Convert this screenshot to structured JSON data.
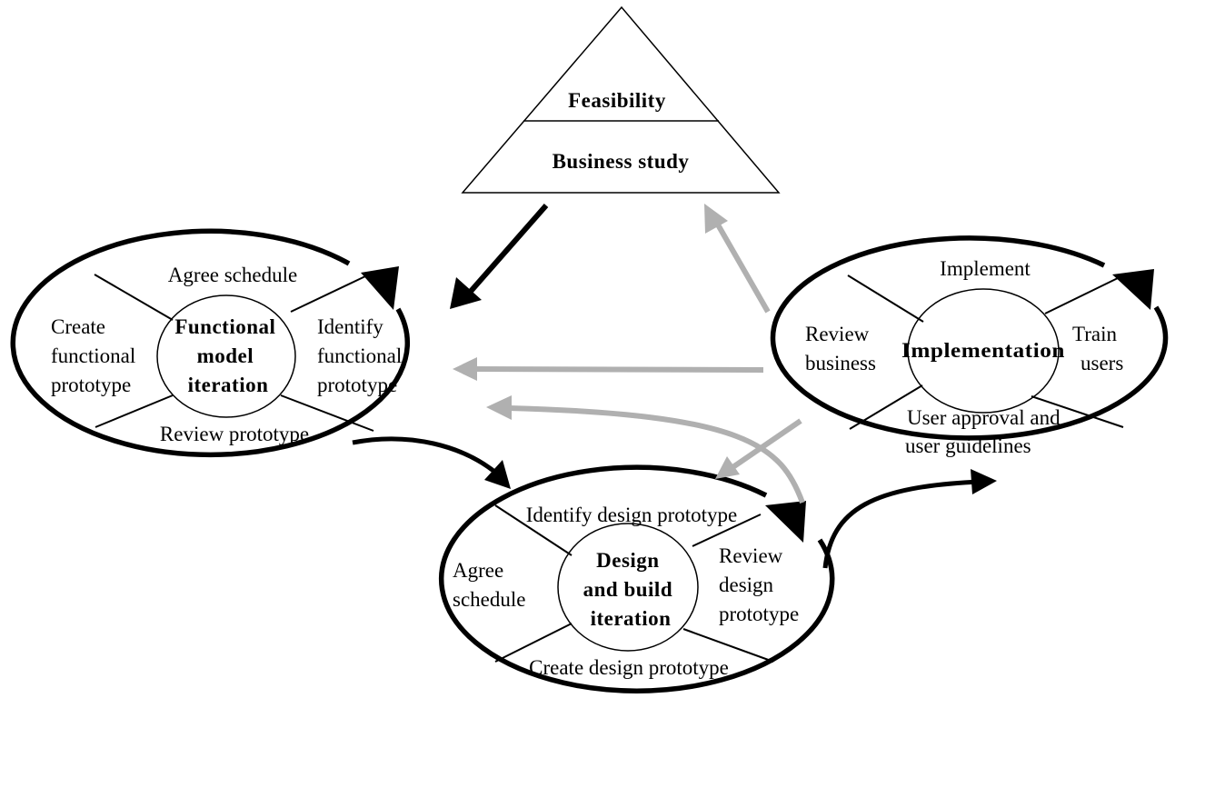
{
  "colors": {
    "primary_arrow": "#000000",
    "feedback_arrow": "#b0b0b0",
    "background": "#ffffff"
  },
  "feasibility": {
    "top_label": "Feasibility",
    "bottom_label": "Business study"
  },
  "functional": {
    "center": [
      "Functional",
      "model",
      "iteration"
    ],
    "top": "Agree schedule",
    "left": [
      "Create",
      "functional",
      "prototype"
    ],
    "right": [
      "Identify",
      "functional",
      "prototype"
    ],
    "bottom": "Review prototype"
  },
  "design": {
    "center": [
      "Design",
      "and build",
      "iteration"
    ],
    "top": "Identify design prototype",
    "left": [
      "Agree",
      "schedule"
    ],
    "right": [
      "Review",
      "design",
      "prototype"
    ],
    "bottom": "Create design prototype"
  },
  "implementation": {
    "center": "Implementation",
    "top": "Implement",
    "left": [
      "Review",
      "business"
    ],
    "right": [
      "Train",
      "users"
    ],
    "bottom": [
      "User approval and",
      "user guidelines"
    ]
  }
}
